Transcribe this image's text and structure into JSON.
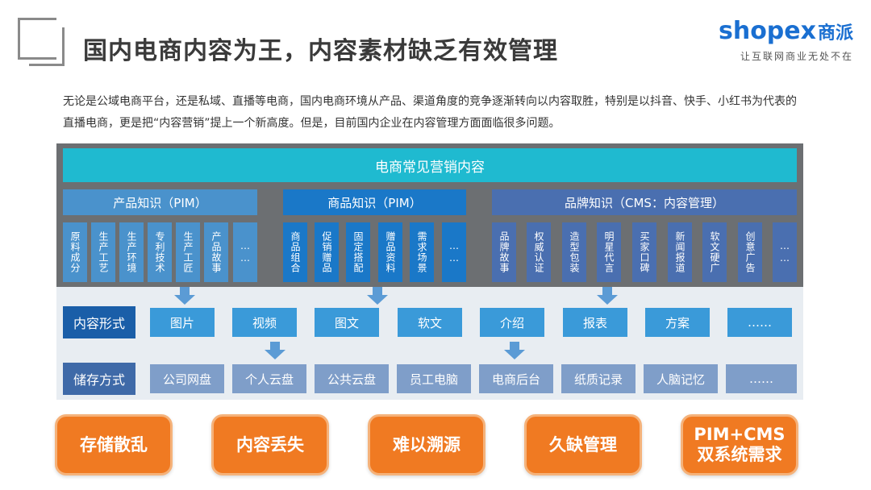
{
  "title": "国内电商内容为王，内容素材缺乏有效管理",
  "brand": {
    "name": "shopex",
    "name_cn": "商派",
    "slogan": "让互联网商业无处不在"
  },
  "intro": "无论是公域电商平台，还是私域、直播等电商，国内电商环境从产品、渠道角度的竞争逐渐转向以内容取胜，特别是以抖音、快手、小红书为代表的直播电商，更是把“内容营销”提上一个新高度。但是，目前国内企业在内容管理方面面临很多问题。",
  "header": "电商常见营销内容",
  "categories": [
    {
      "label": "产品知识（PIM）",
      "tiles": [
        "原料成分",
        "生产工艺",
        "生产环境",
        "专利技术",
        "生产工匠",
        "产品故事",
        "……"
      ]
    },
    {
      "label": "商品知识（PIM）",
      "tiles": [
        "商品组合",
        "促销赠品",
        "固定搭配",
        "赠品资料",
        "需求场景",
        "……"
      ]
    },
    {
      "label": "品牌知识（CMS：内容管理）",
      "tiles": [
        "品牌故事",
        "权威认证",
        "造型包装",
        "明星代言",
        "买家口碑",
        "新闻报道",
        "软文硬广",
        "创意广告",
        "……"
      ]
    }
  ],
  "content_form": {
    "label": "内容形式",
    "items": [
      "图片",
      "视频",
      "图文",
      "软文",
      "介绍",
      "报表",
      "方案",
      "……"
    ]
  },
  "storage": {
    "label": "储存方式",
    "items": [
      "公司网盘",
      "个人云盘",
      "公共云盘",
      "员工电脑",
      "电商后台",
      "纸质记录",
      "人脑记忆",
      "……"
    ]
  },
  "problems": [
    "存储散乱",
    "内容丢失",
    "难以溯源",
    "久缺管理",
    "PIM+CMS\n双系统需求"
  ],
  "colors": {
    "accent_cyan": "#1fbad0",
    "orange": "#f07a22",
    "brand_blue": "#1a6fd1"
  }
}
